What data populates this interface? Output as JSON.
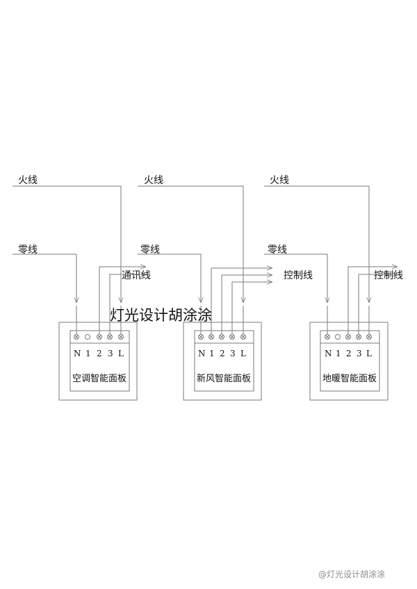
{
  "diagram": {
    "watermark_center": "灯光设计胡涂涂",
    "watermark_footer": "@灯光设计胡涂涂",
    "groups": [
      {
        "live_label": "火线",
        "neutral_label": "零线",
        "signal_label": "通讯线",
        "panel_name": "空调智能面板",
        "terminal_labels": [
          "N",
          "1",
          "2",
          "3",
          "L"
        ]
      },
      {
        "live_label": "火线",
        "neutral_label": "零线",
        "signal_label": "控制线",
        "panel_name": "新风智能面板",
        "terminal_labels": [
          "N",
          "1",
          "2",
          "3",
          "L"
        ]
      },
      {
        "live_label": "火线",
        "neutral_label": "零线",
        "signal_label": "控制线",
        "panel_name": "地暖智能面板",
        "terminal_labels": [
          "N",
          "1",
          "2",
          "3",
          "L"
        ]
      }
    ]
  }
}
